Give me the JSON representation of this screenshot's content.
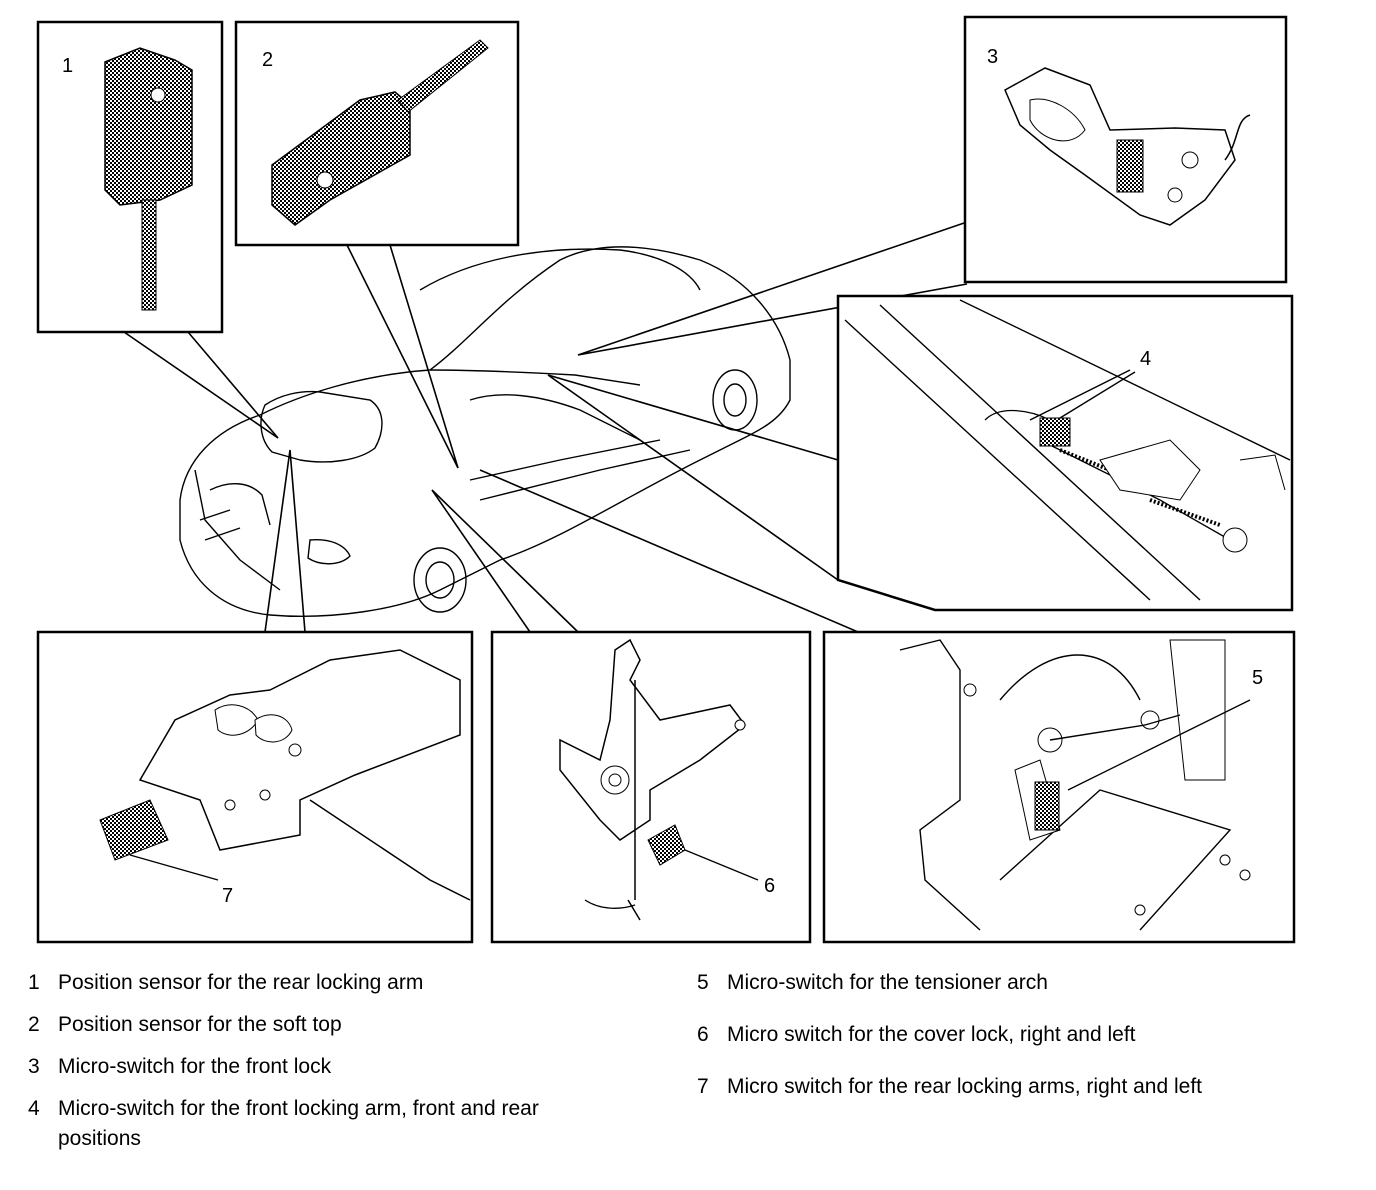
{
  "figure": {
    "id": "A8301190",
    "callouts": [
      "1",
      "2",
      "3",
      "4",
      "5",
      "6",
      "7"
    ],
    "panel_numbers": {
      "p1": "1",
      "p2": "2",
      "p3": "3"
    }
  },
  "legend": {
    "left": [
      {
        "num": "1",
        "text": "Position sensor for the rear locking arm"
      },
      {
        "num": "2",
        "text": "Position sensor for the soft top"
      },
      {
        "num": "3",
        "text": "Micro-switch for the front lock"
      },
      {
        "num": "4",
        "text": "Micro-switch for the front locking arm, front and rear positions"
      }
    ],
    "right": [
      {
        "num": "5",
        "text": "Micro-switch for the tensioner arch"
      },
      {
        "num": "6",
        "text": "Micro switch for the cover lock, right and left"
      },
      {
        "num": "7",
        "text": "Micro switch for the rear locking arms, right and left"
      }
    ]
  }
}
